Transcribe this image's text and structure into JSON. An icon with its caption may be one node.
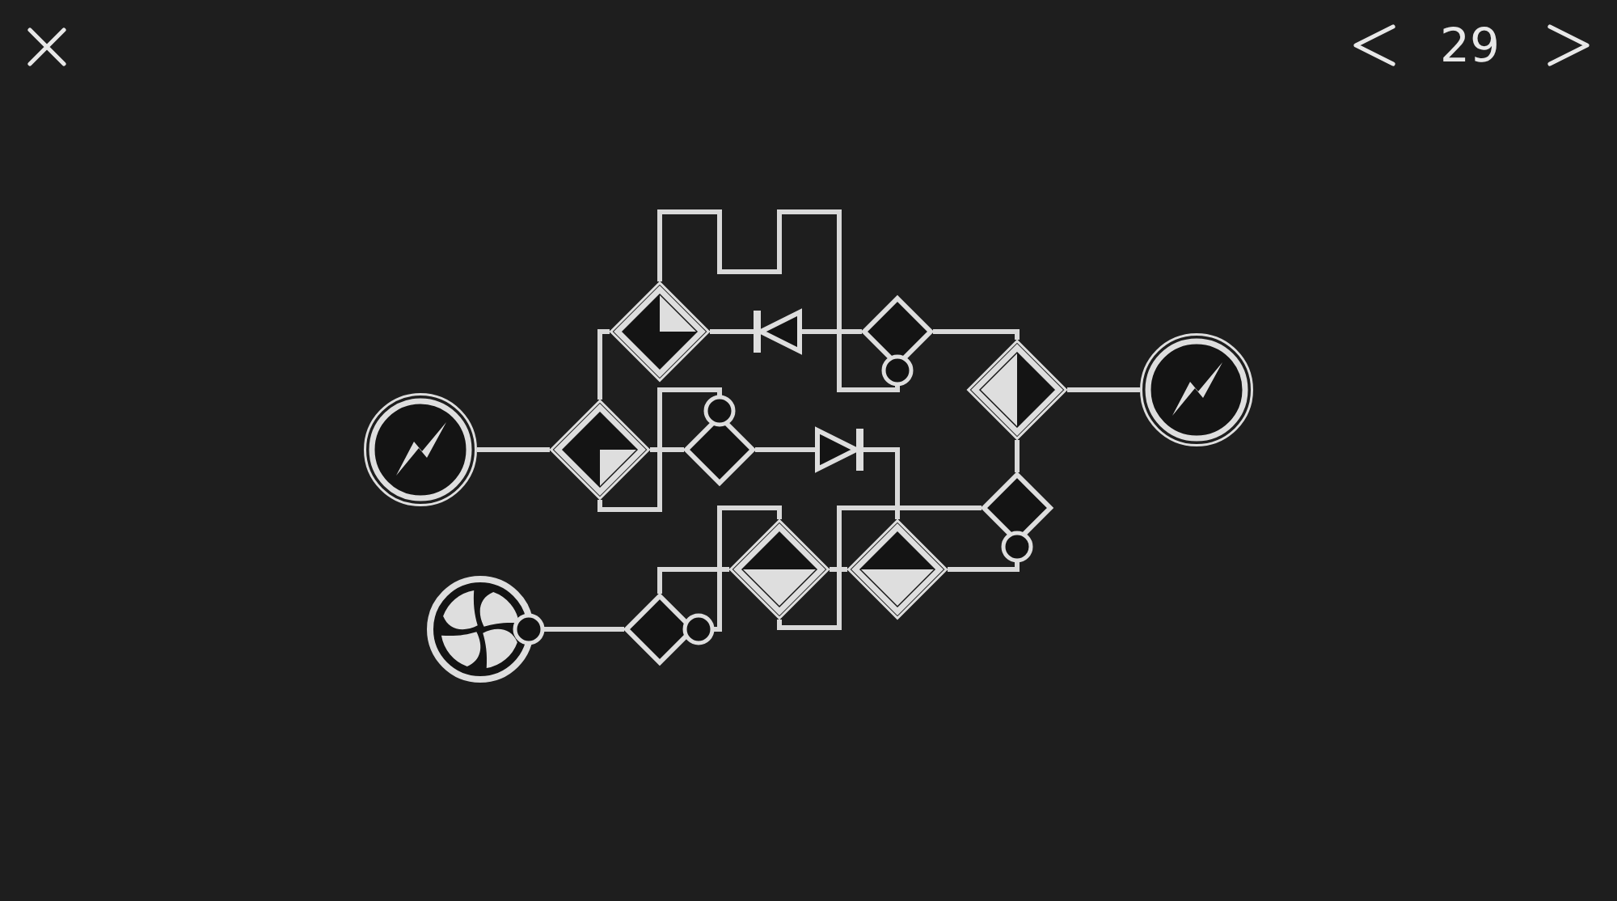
{
  "diagram": {
    "nodes": [
      {
        "text": [],
        "shape": "circle"
      },
      {
        "text": [],
        "shape": "circle"
      },
      {
        "text": [],
        "shape": "diamond"
      },
      {
        "text": [],
        "shape": "diamond"
      },
      {
        "text": [],
        "shape": "diamond"
      },
      {
        "text": [],
        "shape": "diamond"
      },
      {
        "text": [],
        "shape": "triangle"
      },
      {
        "text": [],
        "shape": "diamond"
      },
      {
        "text": [],
        "shape": "triangle"
      },
      {
        "text": [],
        "shape": "diamond"
      },
      {
        "text": [],
        "shape": "diamond"
      },
      {
        "text": [],
        "shape": "diamond"
      },
      {
        "text": [],
        "shape": "diamond"
      },
      {
        "text": [],
        "shape": "circle"
      }
    ],
    "edges": [
      {
        "from": 0,
        "to": 2,
        "arrow": "none"
      },
      {
        "from": 1,
        "to": 4,
        "arrow": "none"
      },
      {
        "from": 2,
        "to": 3,
        "arrow": "none"
      },
      {
        "from": 2,
        "to": 5,
        "arrow": "none"
      },
      {
        "from": 2,
        "to": 5,
        "arrow": "none"
      },
      {
        "from": 3,
        "to": 6,
        "arrow": "none"
      },
      {
        "from": 3,
        "to": 9,
        "arrow": "none"
      },
      {
        "from": 4,
        "to": 7,
        "arrow": "none"
      },
      {
        "from": 4,
        "to": 7,
        "arrow": "none"
      },
      {
        "from": 5,
        "to": 8,
        "arrow": "none"
      },
      {
        "from": 6,
        "to": 9,
        "arrow": "none"
      },
      {
        "from": 7,
        "to": 10,
        "arrow": "none"
      },
      {
        "from": 7,
        "to": 12,
        "arrow": "none"
      },
      {
        "from": 8,
        "to": 10,
        "arrow": "none"
      },
      {
        "from": 9,
        "to": 11,
        "arrow": "none"
      },
      {
        "from": 10,
        "to": 12,
        "arrow": "none"
      },
      {
        "from": 11,
        "to": 12,
        "arrow": "none"
      },
      {
        "from": 11,
        "to": 13,
        "arrow": "none"
      }
    ],
    "labels": [
      "29"
    ]
  }
}
